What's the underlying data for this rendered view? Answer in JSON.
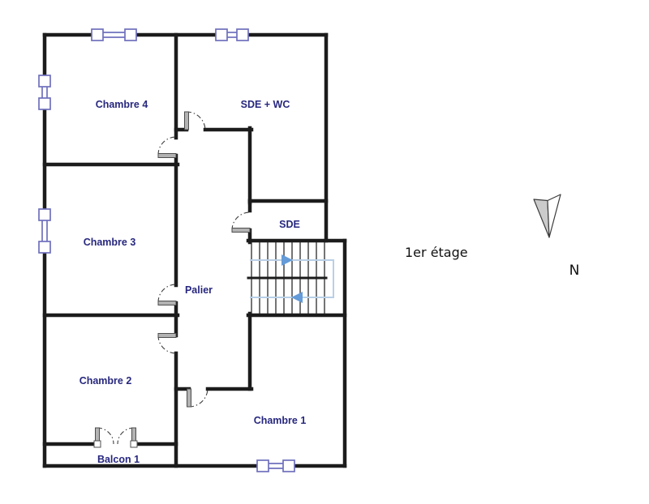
{
  "plan": {
    "floor_label": "1er étage",
    "compass": {
      "label": "N"
    },
    "rooms": {
      "chambre4": "Chambre 4",
      "sde_wc": "SDE + WC",
      "chambre3": "Chambre 3",
      "sde": "SDE",
      "palier": "Palier",
      "chambre2": "Chambre 2",
      "chambre1": "Chambre 1",
      "balcon1": "Balcon 1"
    },
    "colors": {
      "wall": "#1c1c1c",
      "room_label": "#27277f",
      "window": "#6f70bd",
      "door_leaf": "#b3b3b3",
      "stair_path": "#b9cfe6",
      "stair_arrow": "#649bd8"
    }
  }
}
